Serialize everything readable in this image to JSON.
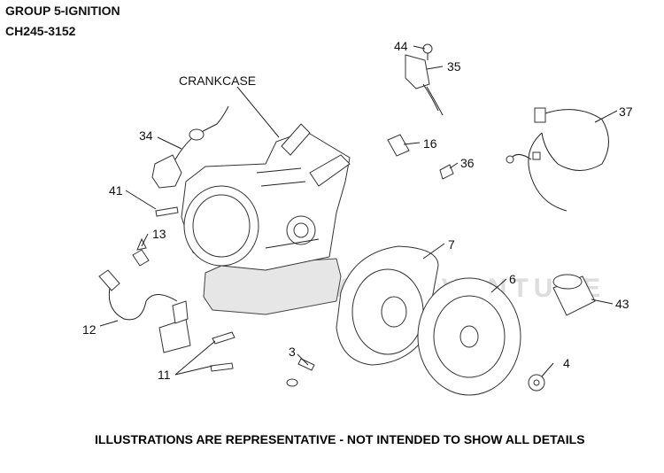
{
  "header": {
    "group": "GROUP 5-IGNITION",
    "model": "CH245-3152"
  },
  "diagram": {
    "crankcase_label": "CRANKCASE",
    "callouts": [
      "44",
      "35",
      "37",
      "34",
      "16",
      "36",
      "41",
      "13",
      "7",
      "6",
      "43",
      "12",
      "3",
      "4",
      "11"
    ],
    "watermark": "PARTS VENTURE"
  },
  "footer": "ILLUSTRATIONS ARE REPRESENTATIVE - NOT INTENDED TO SHOW ALL DETAILS"
}
